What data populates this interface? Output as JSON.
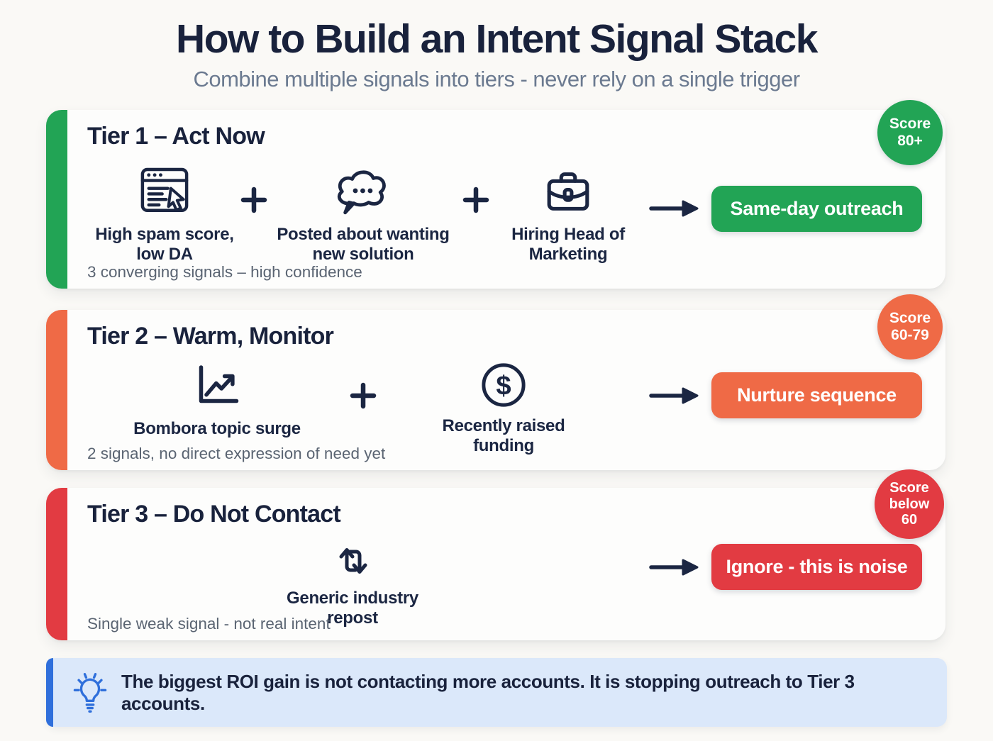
{
  "colors": {
    "page-bg": "#FAF9F6",
    "card-bg": "#FDFDFC",
    "navy": "#1B2642",
    "title-navy": "#19223C",
    "subtitle-gray": "#6B7A90",
    "footnote-gray": "#5A6472",
    "green": "#22A455",
    "orange": "#EF6A46",
    "red": "#E23B42",
    "blue": "#2F6FDB",
    "callout-bg": "#DBE8FA"
  },
  "header": {
    "title": "How to Build an Intent Signal Stack",
    "subtitle": "Combine multiple signals into tiers - never rely on a single trigger"
  },
  "tiers": [
    {
      "title": "Tier 1 – Act Now",
      "badge": {
        "line1": "Score",
        "line2": "80+"
      },
      "separator_icon": "plus-icon",
      "arrow_icon": "right-arrow-icon",
      "signals": [
        {
          "icon": "browser-audit-icon",
          "label": "High spam score, low DA"
        },
        {
          "icon": "speech-bubble-icon",
          "label": "Posted about wanting new solution"
        },
        {
          "icon": "briefcase-icon",
          "label": "Hiring Head of Marketing"
        }
      ],
      "action": "Same-day outreach",
      "footnote": "3 converging signals – high confidence",
      "accent_color": "#22A455"
    },
    {
      "title": "Tier 2 – Warm, Monitor",
      "badge": {
        "line1": "Score",
        "line2": "60-79"
      },
      "separator_icon": "plus-icon",
      "arrow_icon": "right-arrow-icon",
      "signals": [
        {
          "icon": "trend-chart-icon",
          "label": "Bombora topic surge"
        },
        {
          "icon": "dollar-circle-icon",
          "label": "Recently raised funding"
        }
      ],
      "action": "Nurture sequence",
      "footnote": "2 signals, no direct expression of need yet",
      "accent_color": "#EF6A46"
    },
    {
      "title": "Tier 3 – Do Not Contact",
      "badge": {
        "line1": "Score",
        "line2": "below",
        "line3": "60"
      },
      "arrow_icon": "right-arrow-icon",
      "signals": [
        {
          "icon": "repost-icon",
          "label": "Generic industry repost"
        }
      ],
      "action": "Ignore - this is noise",
      "footnote": "Single weak signal - not real intent",
      "accent_color": "#E23B42"
    }
  ],
  "callout": {
    "icon": "lightbulb-icon",
    "text": "The biggest ROI gain is not contacting more accounts. It is stopping outreach to Tier 3 accounts."
  }
}
